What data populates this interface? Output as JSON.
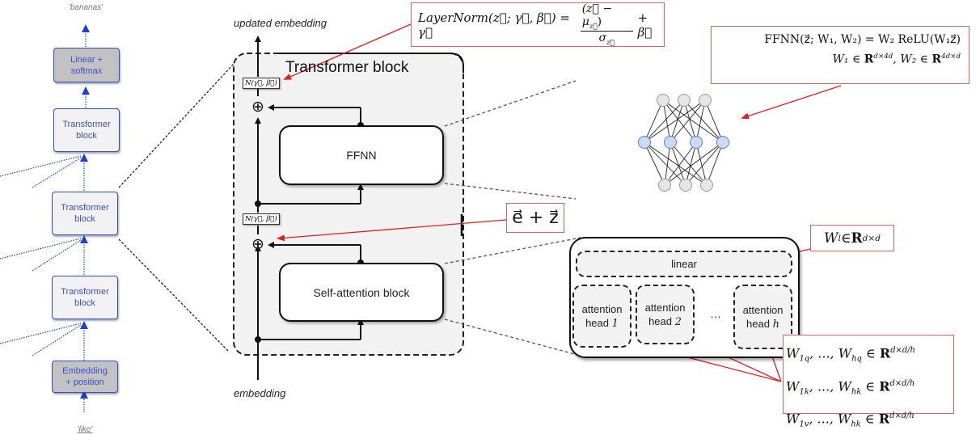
{
  "stack": {
    "output_token": "'bananas'",
    "input_token": "'like'",
    "boxes": [
      {
        "line1": "Linear +",
        "line2": "softmax"
      },
      {
        "line1": "Transformer",
        "line2": "block"
      },
      {
        "line1": "Transformer",
        "line2": "block"
      },
      {
        "line1": "Transformer",
        "line2": "block"
      },
      {
        "line1": "Embedding",
        "line2": "+ position"
      }
    ]
  },
  "block": {
    "title": "Transformer block",
    "top_label": "updated embedding",
    "bottom_label": "embedding",
    "ffnn_label": "FFNN",
    "attention_label": "Self-attention block",
    "norm_label": "N(γ⃗, β⃗)",
    "add_symbol": "⊕"
  },
  "formulas": {
    "layernorm": {
      "lhs": "LayerNorm(z⃗; γ⃗, β⃗) = γ⃗",
      "numerator": "(z⃗ − μ",
      "numerator_sub": "z⃗",
      "numerator_end": ")",
      "denominator": "σ",
      "denominator_sub": "z⃗",
      "rhs": "+ β⃗"
    },
    "ffnn": {
      "line1": "FFNN(z⃗; W₁, W₂) = W₂ ReLU(W₁z⃗)",
      "line2_a": "W₁ ∈ ",
      "line2_R1": "R",
      "line2_sup1": "d×4d",
      "line2_b": ", W₂ ∈ ",
      "line2_R2": "R",
      "line2_sup2": "4d×d"
    },
    "residual": "e⃗ + z⃗",
    "linear_weight": {
      "text": "W",
      "sub": "l",
      "in": " ∈ ",
      "R": "R",
      "sup": "d×d"
    },
    "head_weights": [
      {
        "text": "W",
        "sub1": "1q",
        "mid": ", ..., W",
        "sub2": "hq",
        "in": " ∈ ",
        "R": "R",
        "sup": "d×d/h"
      },
      {
        "text": "W",
        "sub1": "1k",
        "mid": ", ..., W",
        "sub2": "hk",
        "in": " ∈ ",
        "R": "R",
        "sup": "d×d/h"
      },
      {
        "text": "W",
        "sub1": "1v",
        "mid": ", ..., W",
        "sub2": "hk",
        "in": " ∈ ",
        "R": "R",
        "sup": "d×d/h"
      }
    ]
  },
  "attention_detail": {
    "linear_label": "linear",
    "heads": [
      {
        "label": "attention",
        "prefix": "head ",
        "index": "1"
      },
      {
        "label": "attention",
        "prefix": "head ",
        "index": "2"
      },
      {
        "label": "attention",
        "prefix": "head ",
        "index": "h"
      }
    ],
    "ellipsis": "…"
  },
  "colors": {
    "stack_border": "#2f4fd0",
    "stack_text": "#3a4fd0",
    "annotation_red": "#e02020",
    "neuron_blue": "#cfdaf2",
    "neuron_gray": "#e6e6e6"
  }
}
